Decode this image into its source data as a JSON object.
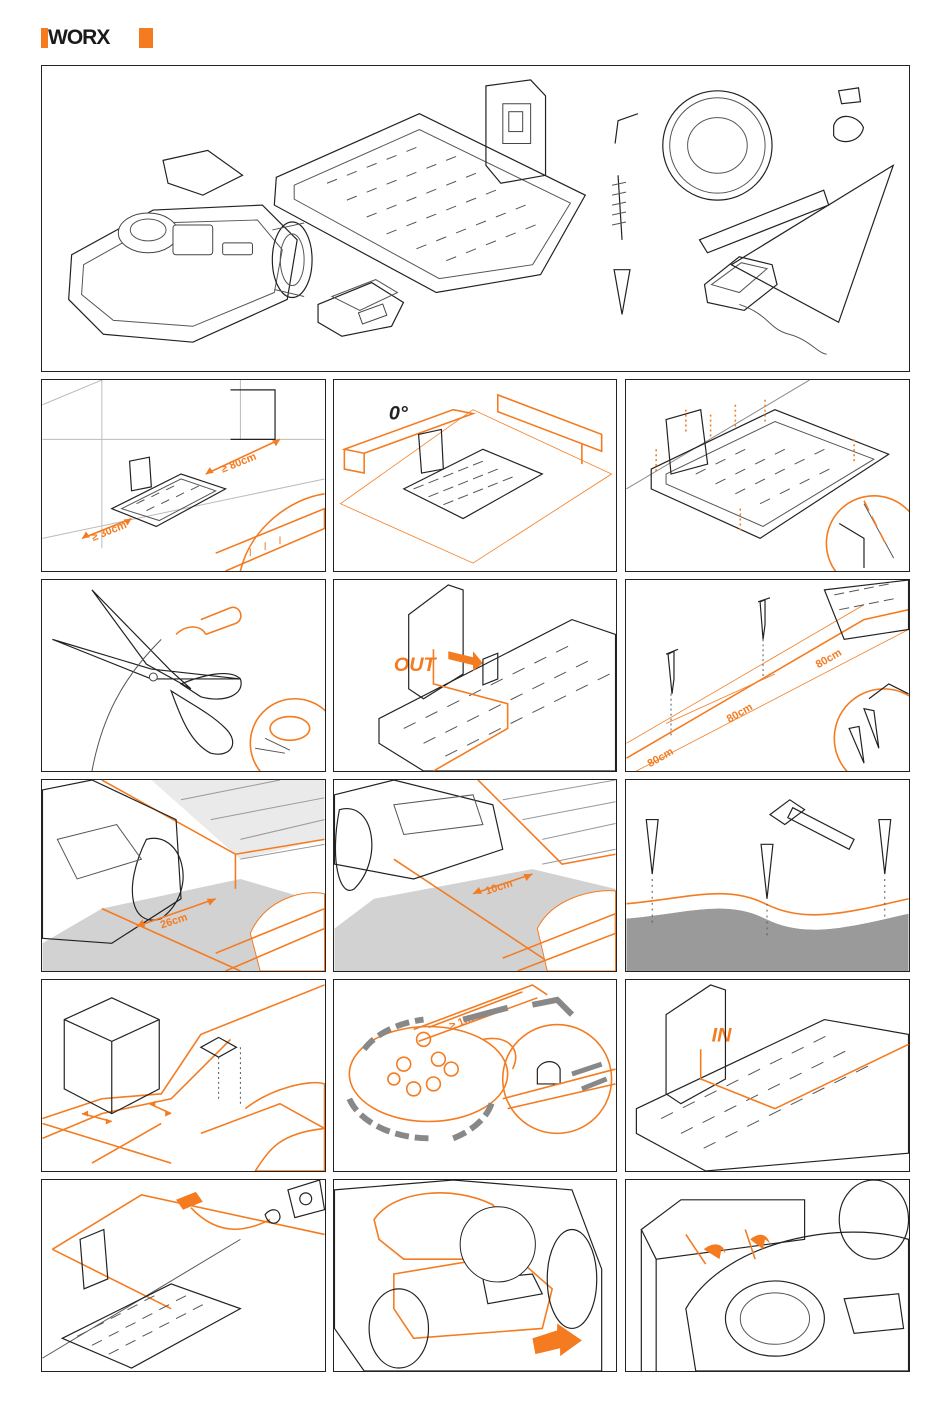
{
  "brand": {
    "logo_text": "WORX",
    "accent_color": "#f47b20"
  },
  "labels": {
    "step1_front": "≥ 80cm",
    "step1_side": "≥ 30cm",
    "step2_angle": "0°",
    "step5_out": "OUT",
    "step6_spacing1": "80cm",
    "step6_spacing2": "80cm",
    "step6_spacing3": "80cm",
    "step7_distance": "26cm",
    "step8_distance": "10cm",
    "step11_min_gap": "≥ 1m",
    "step12_in": "IN"
  }
}
